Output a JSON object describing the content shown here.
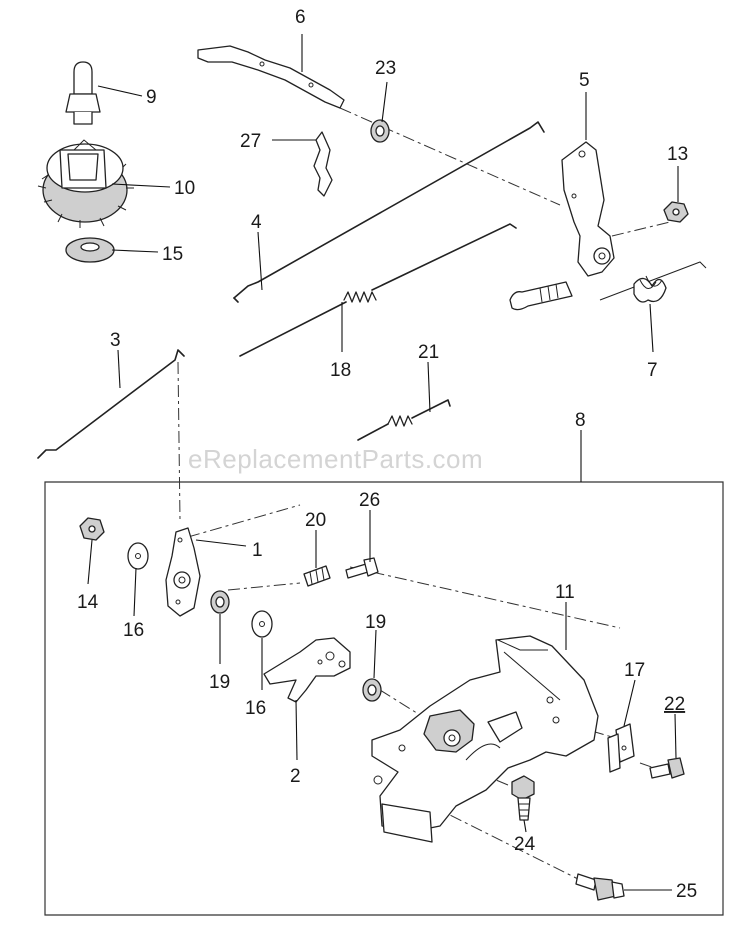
{
  "watermark": "eReplacementParts.com",
  "callouts": [
    {
      "id": "1",
      "text": "1"
    },
    {
      "id": "2",
      "text": "2"
    },
    {
      "id": "3",
      "text": "3"
    },
    {
      "id": "4",
      "text": "4"
    },
    {
      "id": "5",
      "text": "5"
    },
    {
      "id": "6",
      "text": "6"
    },
    {
      "id": "7",
      "text": "7"
    },
    {
      "id": "8",
      "text": "8"
    },
    {
      "id": "9",
      "text": "9"
    },
    {
      "id": "10",
      "text": "10"
    },
    {
      "id": "11",
      "text": "11"
    },
    {
      "id": "13",
      "text": "13"
    },
    {
      "id": "14",
      "text": "14"
    },
    {
      "id": "15",
      "text": "15"
    },
    {
      "id": "16a",
      "text": "16"
    },
    {
      "id": "16b",
      "text": "16"
    },
    {
      "id": "17",
      "text": "17"
    },
    {
      "id": "18",
      "text": "18"
    },
    {
      "id": "19a",
      "text": "19"
    },
    {
      "id": "19b",
      "text": "19"
    },
    {
      "id": "20",
      "text": "20"
    },
    {
      "id": "21",
      "text": "21"
    },
    {
      "id": "22",
      "text": "22"
    },
    {
      "id": "23",
      "text": "23"
    },
    {
      "id": "24",
      "text": "24"
    },
    {
      "id": "25",
      "text": "25"
    },
    {
      "id": "26",
      "text": "26"
    },
    {
      "id": "27",
      "text": "27"
    }
  ]
}
